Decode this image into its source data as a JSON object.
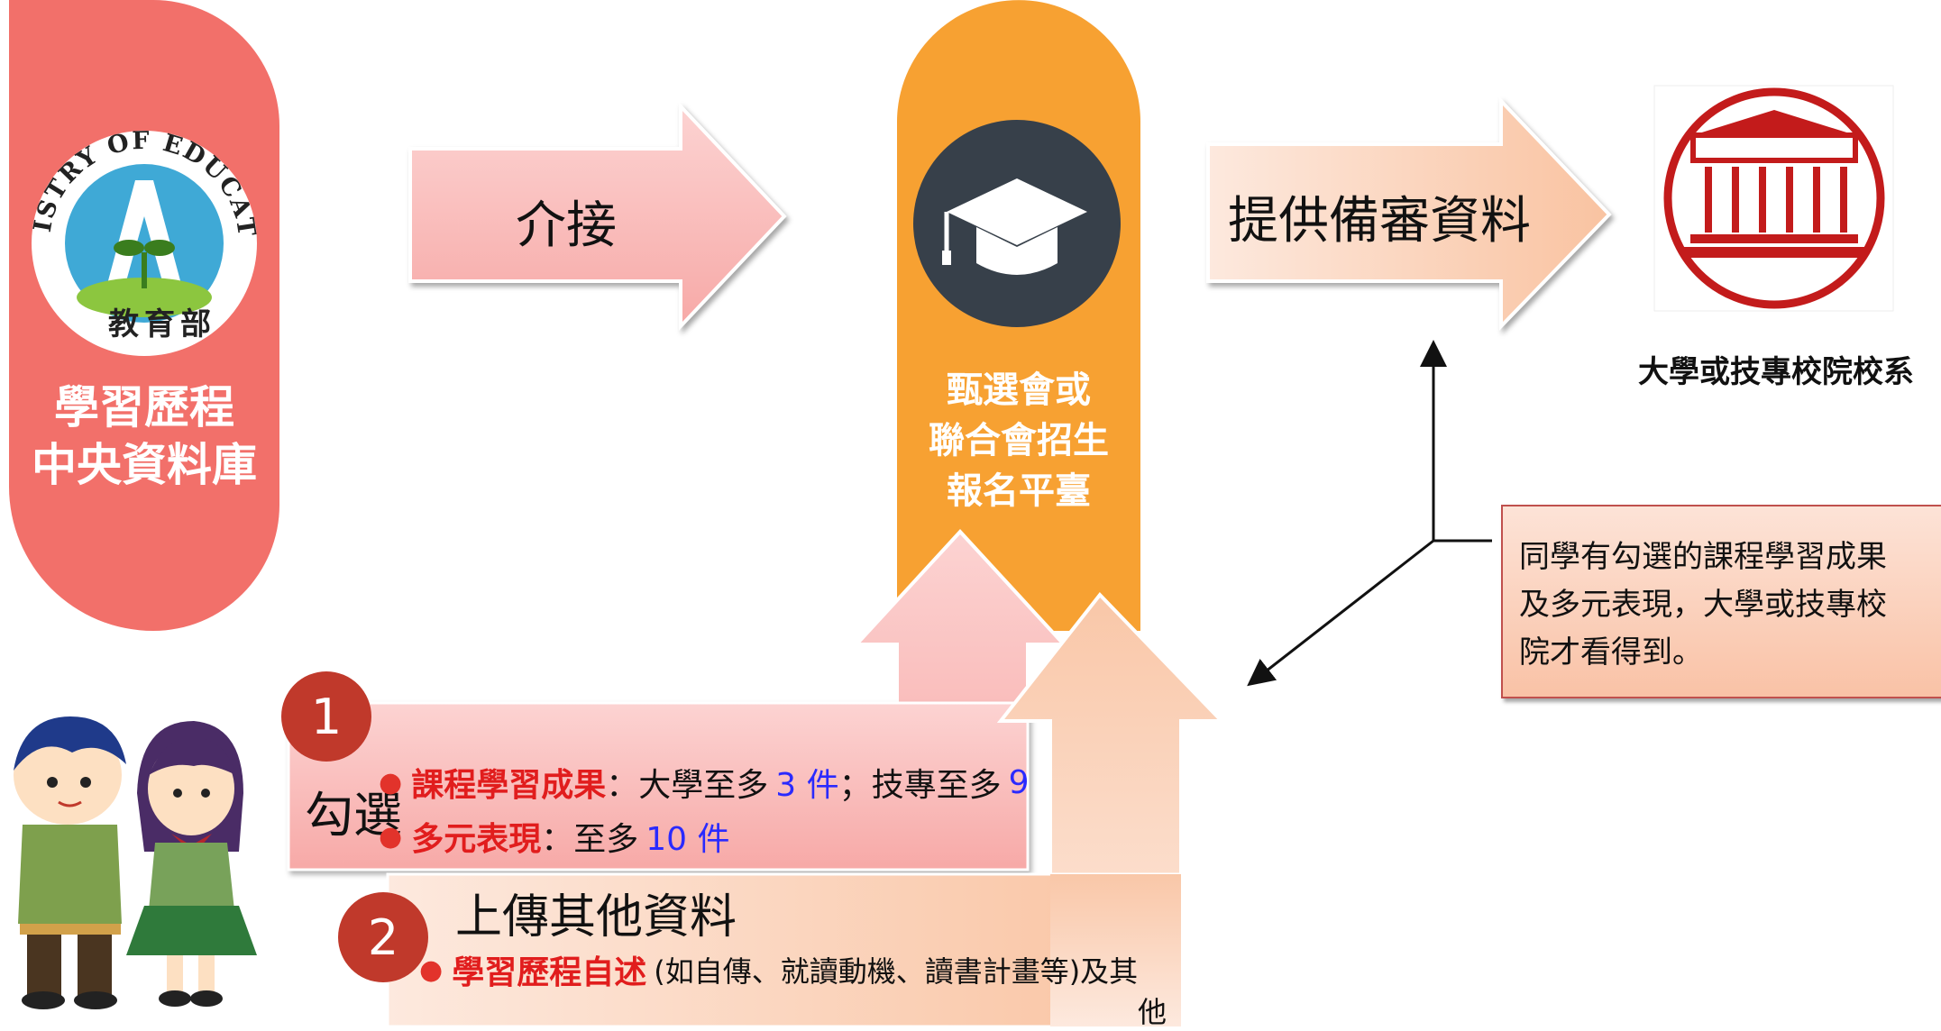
{
  "database": {
    "logo_text": "MINISTRY OF EDUCATION",
    "logo_cn": "教育部",
    "label_line1": "學習歷程",
    "label_line2": "中央資料庫"
  },
  "arrow_transfer": {
    "label": "介接"
  },
  "platform": {
    "label_line1": "甄選會或",
    "label_line2": "聯合會招生",
    "label_line3": "報名平臺"
  },
  "arrow_provide": {
    "label": "提供備審資料"
  },
  "university": {
    "caption": "大學或技專校院校系"
  },
  "note": {
    "line1": "同學有勾選的課程學習成果",
    "line2": "及多元表現，大學或技專校",
    "line3": "院才看得到。"
  },
  "step1": {
    "badge": "1",
    "label": "勾選",
    "item1_title": "課程學習成果",
    "item1_text_a": "：大學至多",
    "item1_num_a": "3 件",
    "item1_text_b": "；技專至多",
    "item1_num_b": "9",
    "item2_title": "多元表現",
    "item2_text": "：至多",
    "item2_num": "10 件"
  },
  "step2": {
    "badge": "2",
    "title": "上傳其他資料",
    "item_title": "學習歷程自述",
    "item_text": "(如自傳、就讀動機、讀書計畫等)及其",
    "item_text_wrap": "他"
  },
  "colors": {
    "db_pill": "#f2706a",
    "platform_pill": "#f7a132",
    "pink_arrow": "#f9b9b7",
    "peach_arrow": "#fbd2b6",
    "uni_red": "#c31b1b",
    "badge_red": "#c0392b",
    "cap_dark": "#37404a"
  },
  "icons": [
    "education-logo",
    "graduation-cap-icon",
    "university-building-icon",
    "student-boy-icon",
    "student-girl-icon"
  ]
}
